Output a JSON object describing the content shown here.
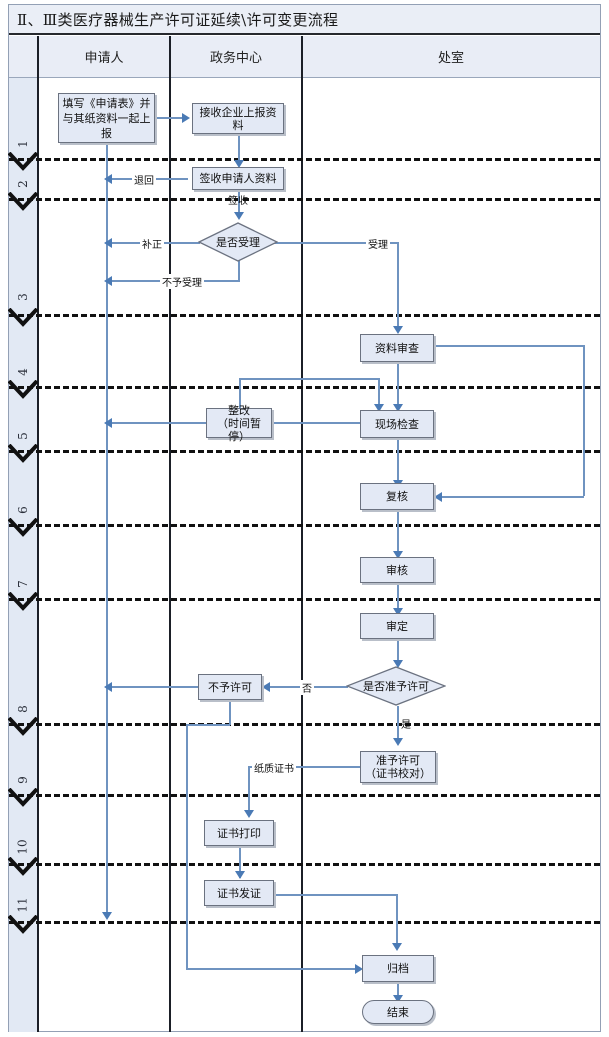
{
  "page": {
    "title": "Ⅱ、Ⅲ类医疗器械生产许可证延续\\许可变更流程"
  },
  "columns": [
    {
      "key": "steps",
      "label": ""
    },
    {
      "key": "applicant",
      "label": "申请人"
    },
    {
      "key": "service_center",
      "label": "政务中心"
    },
    {
      "key": "department",
      "label": "处室"
    }
  ],
  "steps": [
    "1",
    "2",
    "3",
    "4",
    "5",
    "6",
    "7",
    "8",
    "9",
    "10",
    "11"
  ],
  "nodes": [
    {
      "id": "n1",
      "label": "填写《申请表》并与其纸资料一起上报",
      "lane": "applicant",
      "shape": "box"
    },
    {
      "id": "n2",
      "label": "接收企业上报资料",
      "lane": "service_center",
      "shape": "box"
    },
    {
      "id": "n3",
      "label": "签收申请人资料",
      "lane": "service_center",
      "shape": "box"
    },
    {
      "id": "n4",
      "label": "是否受理",
      "lane": "service_center",
      "shape": "diamond"
    },
    {
      "id": "n5",
      "label": "资料审查",
      "lane": "department",
      "shape": "box"
    },
    {
      "id": "n6",
      "label": "现场检查",
      "lane": "department",
      "shape": "box"
    },
    {
      "id": "n7",
      "label": "整改（时间暂停）",
      "lane": "service_center",
      "shape": "box"
    },
    {
      "id": "n8",
      "label": "复核",
      "lane": "department",
      "shape": "box"
    },
    {
      "id": "n9",
      "label": "审核",
      "lane": "department",
      "shape": "box"
    },
    {
      "id": "n10",
      "label": "审定",
      "lane": "department",
      "shape": "box"
    },
    {
      "id": "n11",
      "label": "是否准予许可",
      "lane": "department",
      "shape": "diamond"
    },
    {
      "id": "n12",
      "label": "不予许可",
      "lane": "service_center",
      "shape": "box"
    },
    {
      "id": "n13",
      "label": "准予许可（证书校对）",
      "lane": "department",
      "shape": "box"
    },
    {
      "id": "n14",
      "label": "证书打印",
      "lane": "service_center",
      "shape": "box"
    },
    {
      "id": "n15",
      "label": "证书发证",
      "lane": "service_center",
      "shape": "box"
    },
    {
      "id": "n16",
      "label": "归档",
      "lane": "department",
      "shape": "box"
    },
    {
      "id": "n17",
      "label": "结束",
      "lane": "department",
      "shape": "terminator"
    }
  ],
  "node_labels": {
    "n1": "填写《申请表》并与其纸资料一起上报",
    "n1_l1": "填写《申请表》并",
    "n1_l2": "与其纸资料一起上",
    "n1_l3": "报",
    "n2": "接收企业上报资料",
    "n3": "签收申请人资料",
    "n4": "是否受理",
    "n5": "资料审查",
    "n6": "现场检查",
    "n7_l1": "整改",
    "n7_l2": "（时间暂停）",
    "n8": "复核",
    "n9": "审核",
    "n10": "审定",
    "n11": "是否准予许可",
    "n12": "不予许可",
    "n13_l1": "准予许可",
    "n13_l2": "（证书校对）",
    "n14": "证书打印",
    "n15": "证书发证",
    "n16": "归档",
    "n17": "结束"
  },
  "edge_labels": {
    "e_return": "退回",
    "e_sign": "签收",
    "e_correct": "补正",
    "e_accept": "受理",
    "e_reject": "不予受理",
    "e_no": "否",
    "e_yes": "是",
    "e_paper_cert": "纸质证书"
  },
  "colors": {
    "node_fill": "#e3e9f5",
    "node_border": "#6b7280",
    "connector": "#6f93c0",
    "arrow": "#4a7ab5",
    "header_fill": "#e9edf6",
    "step_band_fill": "#e2e9f4",
    "separator": "#1b1f27"
  }
}
